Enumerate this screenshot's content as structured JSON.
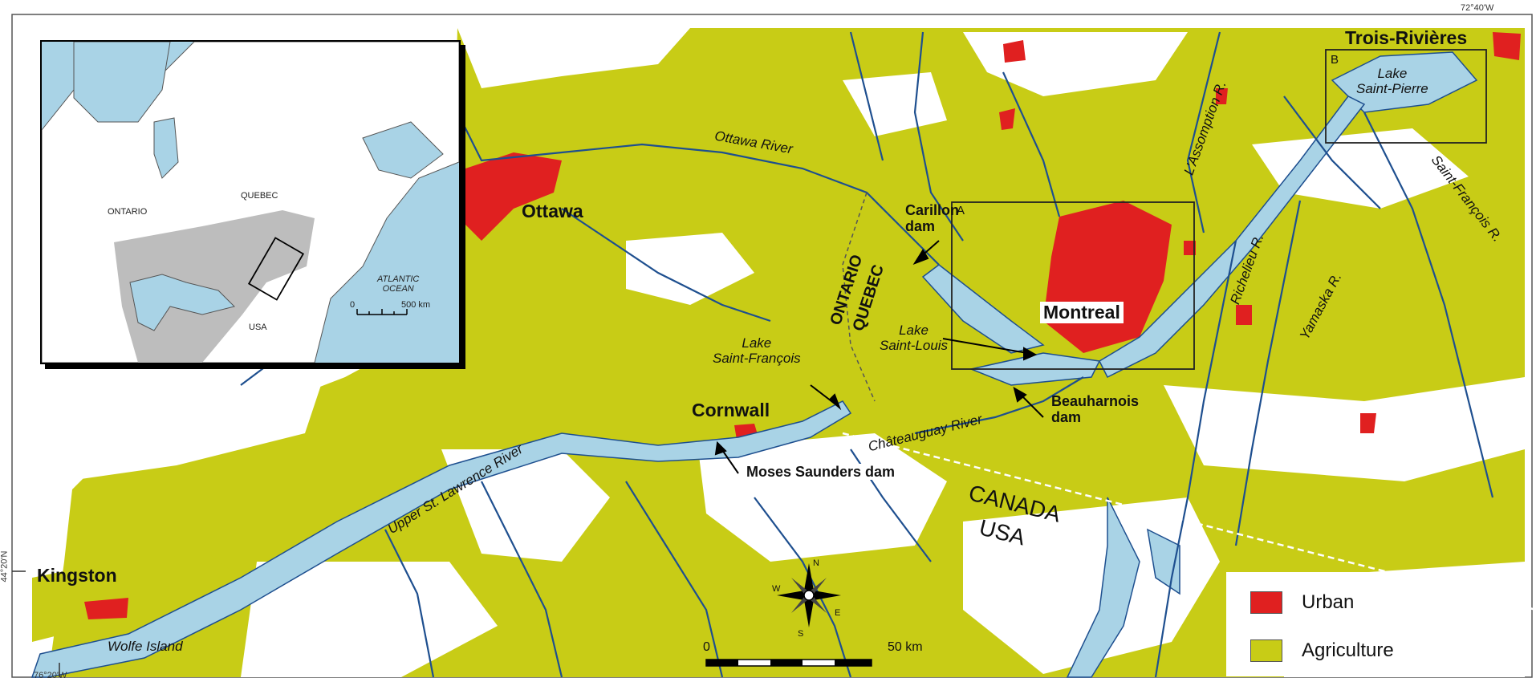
{
  "coordinates": {
    "top_right": "72°40'W",
    "bottom_left": "76°20'W",
    "left_side": "44°20'N"
  },
  "cities": {
    "trois_rivieres": "Trois-Rivières",
    "ottawa": "Ottawa",
    "montreal": "Montreal",
    "cornwall": "Cornwall",
    "kingston": "Kingston"
  },
  "water": {
    "ottawa_river": "Ottawa River",
    "lake_saint_pierre": "Lake\nSaint-Pierre",
    "lake_saint_francois": "Lake\nSaint-François",
    "lake_saint_louis": "Lake\nSaint-Louis",
    "chateauguay_river": "Châteauguay River",
    "upper_st_lawrence": "Upper St. Lawrence River",
    "wolfe_island": "Wolfe Island",
    "assomption": "L'Assomption R.",
    "richelieu": "Richelieu R.",
    "yamaska": "Yamaska R.",
    "saint_francois_r": "Saint-François R."
  },
  "dams": {
    "carillon": "Carillon\ndam",
    "beauharnois": "Beauharnois\ndam",
    "moses_saunders": "Moses Saunders dam"
  },
  "borders": {
    "ontario": "ONTARIO",
    "quebec": "QUEBEC",
    "canada": "CANADA",
    "usa": "USA"
  },
  "boxes": {
    "a": "A",
    "b": "B"
  },
  "inset": {
    "ontario": "ONTARIO",
    "quebec": "QUEBEC",
    "atlantic": "ATLANTIC\nOCEAN",
    "usa": "USA",
    "scale_zero": "0",
    "scale_end": "500 km"
  },
  "scalebar": {
    "zero": "0",
    "end": "50 km"
  },
  "compass": {
    "n": "N",
    "s": "S",
    "e": "E",
    "w": "W"
  },
  "legend": {
    "items": [
      {
        "label": "Urban",
        "color": "#e02020"
      },
      {
        "label": "Agriculture",
        "color": "#c8cc16"
      }
    ]
  },
  "colors": {
    "agriculture": "#c8cc16",
    "urban": "#e02020",
    "water": "#a9d3e6",
    "river": "#1e4f8f",
    "land": "#ffffff"
  }
}
